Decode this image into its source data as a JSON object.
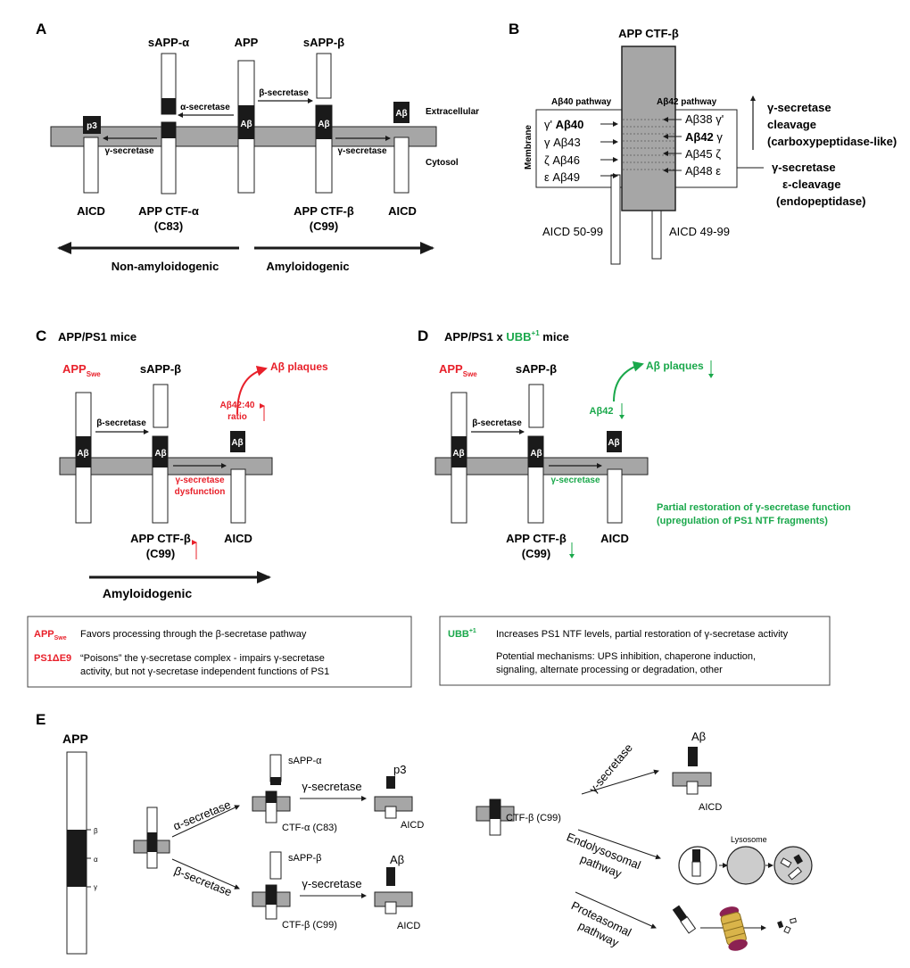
{
  "panelA": {
    "letter": "A",
    "labels": {
      "sappa": "sAPP-α",
      "app": "APP",
      "sappb": "sAPP-β",
      "alpha_sec": "α-secretase",
      "beta_sec": "β-secretase",
      "gamma_left": "γ-secretase",
      "gamma_right": "γ-secretase",
      "p3": "p3",
      "ab1": "Aβ",
      "ab2": "Aβ",
      "ab3": "Aβ",
      "extracellular": "Extracellular",
      "cytosol": "Cytosol",
      "aicd_left": "AICD",
      "ctfa1": "APP CTF-α",
      "ctfa2": "(C83)",
      "ctfb1": "APP CTF-β",
      "ctfb2": "(C99)",
      "aicd_right": "AICD",
      "nonamy": "Non-amyloidogenic",
      "amy": "Amyloidogenic"
    }
  },
  "panelB": {
    "letter": "B",
    "labels": {
      "title": "APP CTF-β",
      "ab40_path": "Aβ40 pathway",
      "ab42_path": "Aβ42 pathway",
      "membrane": "Membrane",
      "l1a": "γ'",
      "l1b": "Aβ40",
      "l2": "γ Aβ43",
      "l3": "ζ Aβ46",
      "l4": "ε Aβ49",
      "r1": "Aβ38 γ'",
      "r2a": "Aβ42",
      "r2b": "γ",
      "r3": "Aβ45 ζ",
      "r4": "Aβ48 ε",
      "cleav1": "γ-secretase",
      "cleav2": "cleavage",
      "cleav3": "(carboxypeptidase-like)",
      "eps1": "γ-secretase",
      "eps2": "ε-cleavage",
      "eps3": "(endopeptidase)",
      "aicd5099": "AICD 50-99",
      "aicd4999": "AICD 49-99"
    }
  },
  "panelC": {
    "letter": "C",
    "title": "APP/PS1 mice",
    "labels": {
      "app": "APP",
      "swe": "Swe",
      "sappb": "sAPP-β",
      "plaques": "Aβ plaques",
      "ratio1": "Aβ42:40",
      "ratio2": "ratio",
      "beta_sec": "β-secretase",
      "ab1": "Aβ",
      "ab2": "Aβ",
      "ab3": "Aβ",
      "dys1": "γ-secretase",
      "dys2": "dysfunction",
      "ctfb1": "APP CTF-β",
      "ctfb2": "(C99)",
      "aicd": "AICD",
      "amy": "Amyloidogenic"
    },
    "legend": {
      "k1": "APP",
      "k1sub": "Swe",
      "v1": "Favors processing through the β-secretase pathway",
      "k2": "PS1ΔE9",
      "v2a": "“Poisons” the γ-secretase complex - impairs γ-secretase",
      "v2b": "activity, but not γ-secretase independent functions of PS1"
    }
  },
  "panelD": {
    "letter": "D",
    "title_a": "APP/PS1 x ",
    "title_ubb": "UBB",
    "title_sup": "+1",
    "title_b": " mice",
    "labels": {
      "app": "APP",
      "swe": "Swe",
      "sappb": "sAPP-β",
      "plaques": "Aβ plaques",
      "ab42": "Aβ42",
      "beta_sec": "β-secretase",
      "ab1": "Aβ",
      "ab2": "Aβ",
      "ab3": "Aβ",
      "gamma": "γ-secretase",
      "ctfb1": "APP CTF-β",
      "ctfb2": "(C99)",
      "aicd": "AICD",
      "partial1": "Partial restoration of γ-secretase function",
      "partial2": "(upregulation of PS1 NTF fragments)"
    },
    "legend": {
      "k1": "UBB",
      "k1sup": "+1",
      "v1": "Increases PS1 NTF levels, partial restoration of γ-secretase activity",
      "v2a": "Potential mechanisms: UPS inhibition, chaperone induction,",
      "v2b": "signaling, alternate processing or degradation, other"
    }
  },
  "panelE": {
    "letter": "E",
    "labels": {
      "app": "APP",
      "beta": "β",
      "alpha": "α",
      "gamma": "γ",
      "alpha_sec": "α-secretase",
      "beta_sec": "β-secretase",
      "sappa": "sAPP-α",
      "sappb": "sAPP-β",
      "ctfa": "CTF-α (C83)",
      "ctfb_top": "CTF-β (C99)",
      "gsec1": "γ-secretase",
      "gsec2": "γ-secretase",
      "p3": "p3",
      "ab_mid": "Aβ",
      "aicd1": "AICD",
      "aicd2": "AICD",
      "ctfb_right": "CTF-β (C99)",
      "gsec3": "γ-secretase",
      "ab_right": "Aβ",
      "aicd3": "AICD",
      "endo1": "Endolysosomal",
      "endo2": "pathway",
      "lysosome": "Lysosome",
      "prot1": "Proteasomal",
      "prot2": "pathway"
    }
  },
  "colors": {
    "membrane": "#a6a6a6",
    "red": "#e8202a",
    "green": "#1aa84b",
    "black": "#1a1a1a"
  }
}
